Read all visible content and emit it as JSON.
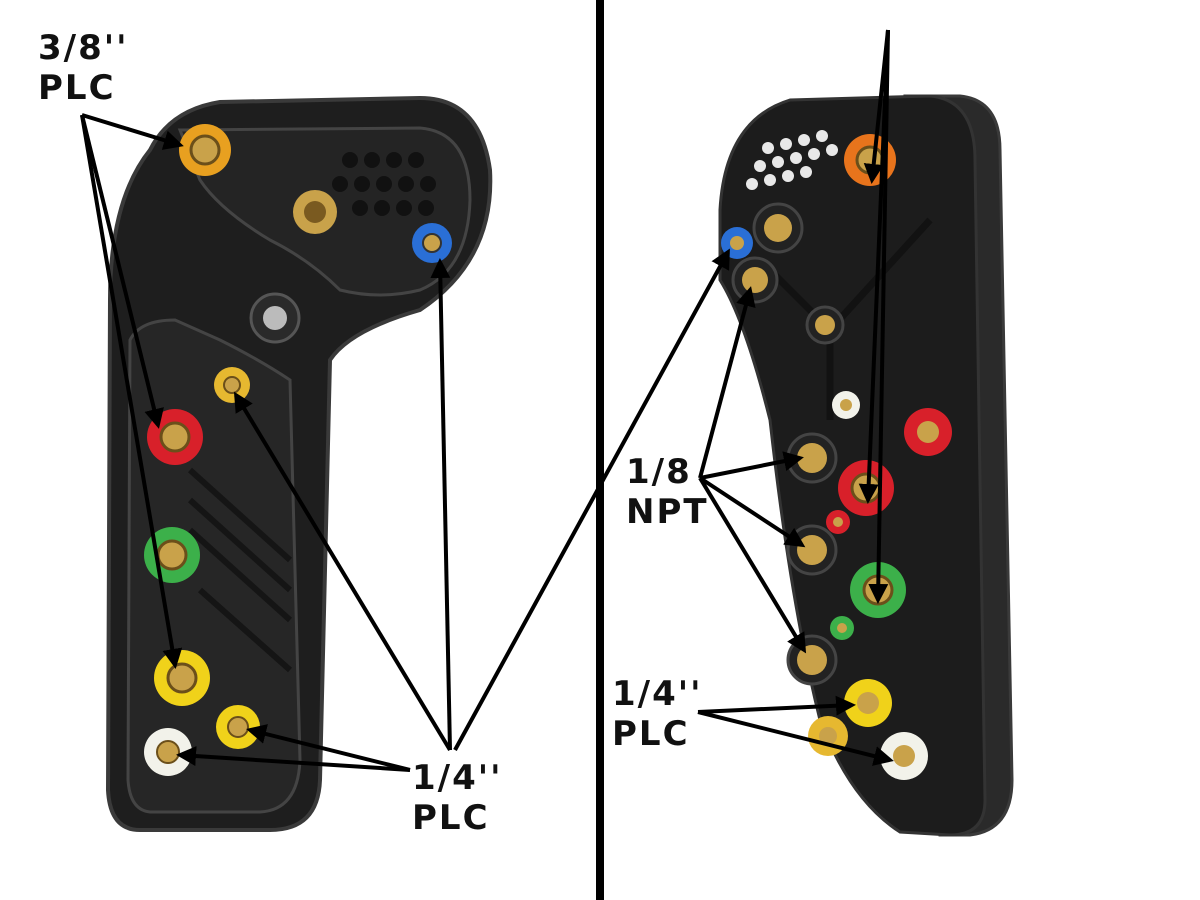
{
  "labels": {
    "left_top": {
      "size": "3/8''",
      "type": "PLC"
    },
    "left_bottom": {
      "size": "1/4''",
      "type": "PLC"
    },
    "right_mid": {
      "size": "1/8",
      "type": "NPT"
    },
    "right_bottom": {
      "size": "1/4''",
      "type": "PLC"
    }
  },
  "colors": {
    "background": "#ffffff",
    "panel": "#1c1c1c",
    "panel_edge": "#333333",
    "brass": "#c9a24a",
    "ring_orange": "#e8a020",
    "ring_blue": "#2a6fd6",
    "ring_red": "#d8202a",
    "ring_green": "#3cb04a",
    "ring_yellow": "#f0d21a",
    "ring_white": "#f2f2ea",
    "ring_deep_orange": "#e8741c"
  }
}
